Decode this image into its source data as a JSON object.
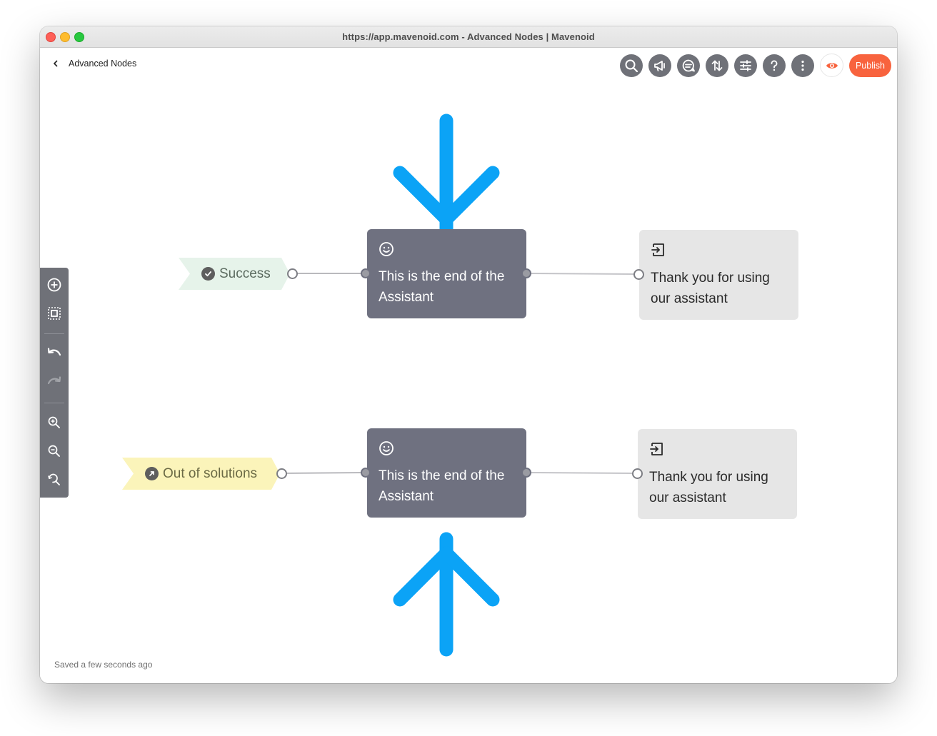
{
  "window": {
    "title": "https://app.mavenoid.com - Advanced Nodes | Mavenoid"
  },
  "header": {
    "back_label": "Advanced Nodes"
  },
  "toolbar": {
    "icons": [
      "search-icon",
      "megaphone-icon",
      "chat-icon",
      "sort-icon",
      "sliders-icon",
      "help-icon",
      "more-icon",
      "eye-icon"
    ],
    "publish_label": "Publish",
    "accent": "#f8633e"
  },
  "side_toolbar": {
    "icons": [
      "add-circle-icon",
      "select-frame-icon",
      "undo-icon",
      "redo-icon",
      "zoom-in-icon",
      "zoom-out-icon",
      "zoom-reset-icon"
    ]
  },
  "flow": {
    "tags": [
      {
        "label": "Success",
        "icon": "check-circle-icon",
        "bg": "#e6f3ea",
        "fg": "#5c6b60"
      },
      {
        "label": "Out of solutions",
        "icon": "arrow-up-right-icon",
        "bg": "#fbf4ba",
        "fg": "#6b6a45"
      }
    ],
    "end_nodes": [
      {
        "icon": "smiley-icon",
        "text": "This is the end of the Assistant"
      },
      {
        "icon": "smiley-icon",
        "text": "This is the end of the Assistant"
      }
    ],
    "exit_nodes": [
      {
        "icon": "exit-icon",
        "text": "Thank you for using our assistant"
      },
      {
        "icon": "exit-icon",
        "text": "Thank you for using our assistant"
      }
    ],
    "arrow_color": "#0ba3f6"
  },
  "footer": {
    "status": "Saved a few seconds ago"
  }
}
